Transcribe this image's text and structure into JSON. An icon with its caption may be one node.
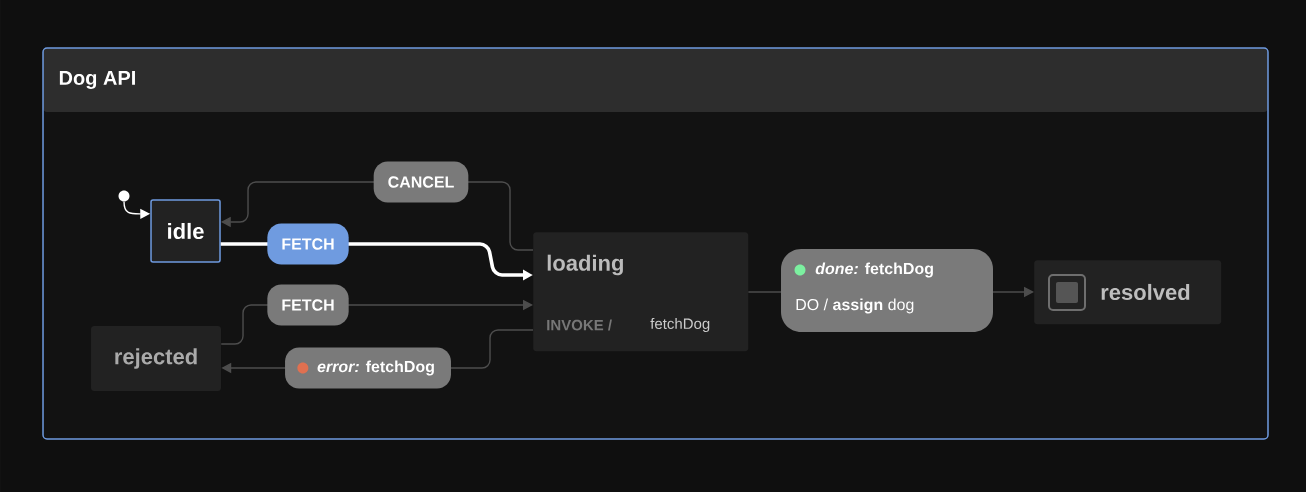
{
  "diagram": {
    "nodes": [
      {
        "text": [
          "Dog API"
        ]
      },
      {
        "text": [
          "idle"
        ],
        "in": 0
      },
      {
        "text": [
          "loading",
          "INVOKE /",
          "fetchDog"
        ],
        "in": 0
      },
      {
        "text": [
          "resolved"
        ],
        "in": 0
      },
      {
        "text": [
          "rejected"
        ],
        "in": 0
      },
      {
        "text": [],
        "shape": "circle",
        "in": 0
      }
    ],
    "edges": [
      {
        "from": 5,
        "to": 1,
        "arrow": "to",
        "color": "#ffffff"
      },
      {
        "from": 2,
        "to": 1,
        "arrow": "to",
        "label": "CANCEL"
      },
      {
        "from": 1,
        "to": 2,
        "arrow": "to",
        "label": "FETCH",
        "style": "thick",
        "color": "#ffffff"
      },
      {
        "from": 4,
        "to": 2,
        "arrow": "to",
        "label": "FETCH"
      },
      {
        "from": 2,
        "to": 4,
        "arrow": "to",
        "label": "*error:* fetchDog"
      },
      {
        "from": 2,
        "to": 3,
        "arrow": "to",
        "label": "*done:* fetchDog"
      }
    ],
    "labels": [
      "DO / **assign** dog"
    ]
  }
}
